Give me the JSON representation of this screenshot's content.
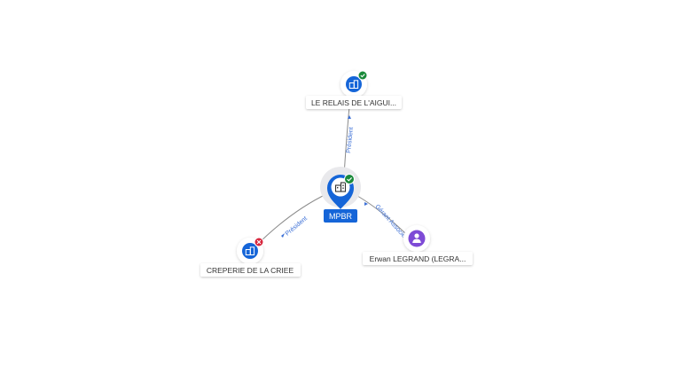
{
  "graph": {
    "center": {
      "label": "MPBR",
      "status": "active",
      "type": "company"
    },
    "nodes": [
      {
        "id": "relais",
        "label": "LE RELAIS DE L'AIGUI...",
        "type": "company",
        "status": "active"
      },
      {
        "id": "creperie",
        "label": "CREPERIE DE LA CRIEE",
        "type": "company",
        "status": "closed"
      },
      {
        "id": "erwan",
        "label": "Erwan LEGRAND (LEGRA...",
        "type": "person",
        "status": "none"
      }
    ],
    "edges": [
      {
        "to": "relais",
        "label": "Président"
      },
      {
        "to": "creperie",
        "label": "Président"
      },
      {
        "to": "erwan",
        "label": "Gérant Associé"
      }
    ]
  },
  "colors": {
    "company": "#1565d8",
    "person": "#7e4bd6",
    "active_badge": "#1a8a3a",
    "closed_badge": "#d7263d",
    "edge_label": "#3b6fd6"
  },
  "icons": {
    "company": "building-icon",
    "person": "person-icon",
    "active": "check-badge-icon",
    "closed": "cross-badge-icon"
  }
}
